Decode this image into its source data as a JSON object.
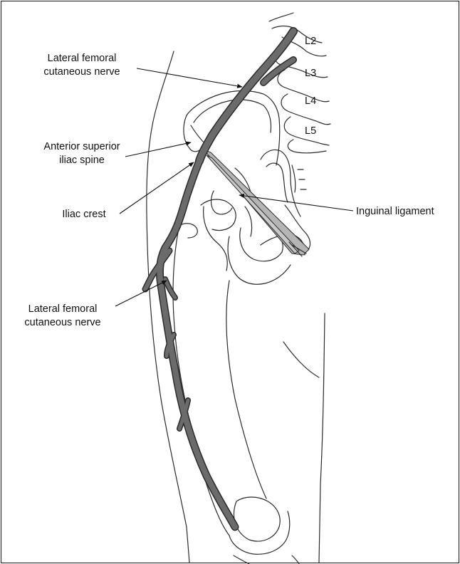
{
  "figure": {
    "labels": {
      "lfcn_top_line1": "Lateral femoral",
      "lfcn_top_line2": "cutaneous nerve",
      "asis_line1": "Anterior superior",
      "asis_line2": "iliac spine",
      "iliac_crest": "Iliac crest",
      "inguinal": "Inguinal ligament",
      "lfcn_bottom_line1": "Lateral femoral",
      "lfcn_bottom_line2": "cutaneous nerve"
    },
    "vertebrae": {
      "l2": "L2",
      "l3": "L3",
      "l4": "L4",
      "l5": "L5"
    },
    "colors": {
      "nerve_fill": "#6b6b6b",
      "nerve_edge": "#2b2b2b",
      "ligament": "#b5b5b5",
      "outline": "#2b2b2b"
    }
  }
}
